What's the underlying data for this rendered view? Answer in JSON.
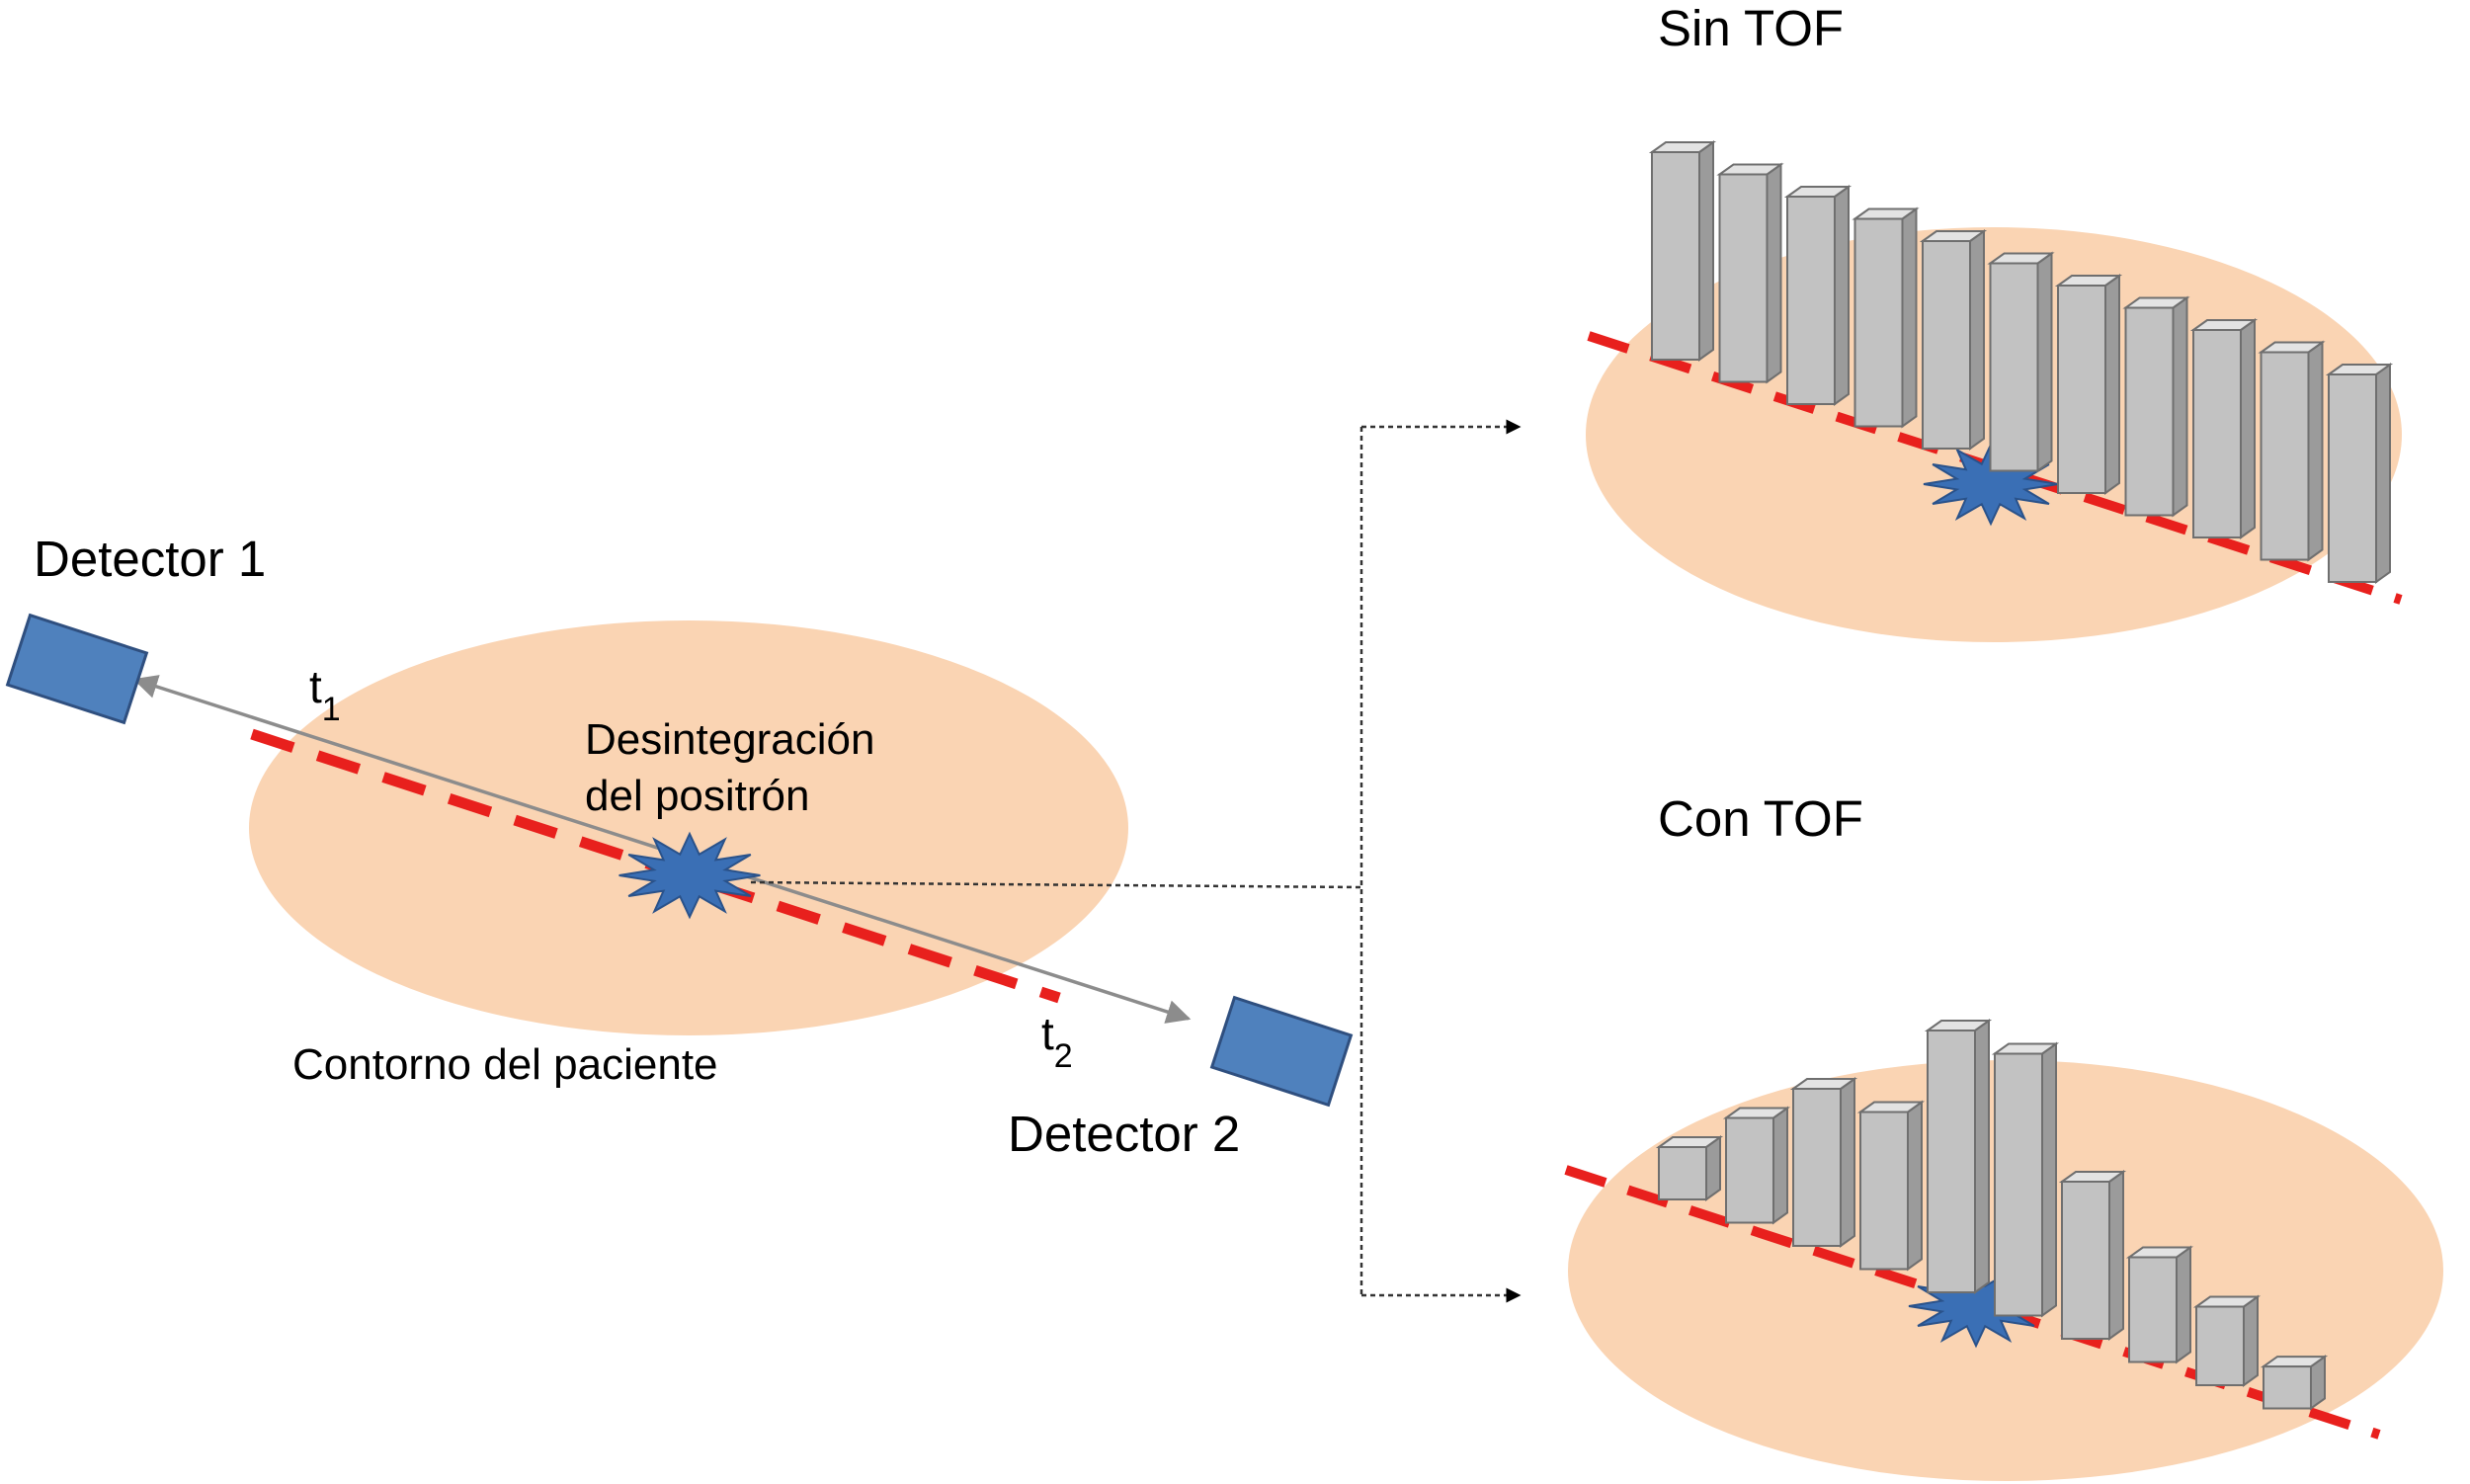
{
  "left_panel": {
    "detector1_label": "Detector 1",
    "detector2_label": "Detector 2",
    "t1": {
      "base": "t",
      "sub": "1"
    },
    "t2": {
      "base": "t",
      "sub": "2"
    },
    "annihilation_label_line1": "Desintegración",
    "annihilation_label_line2": "del positrón",
    "patient_label": "Contorno del paciente"
  },
  "top_panel": {
    "title": "Sin TOF",
    "bar_heights": [
      1,
      1,
      1,
      1,
      1,
      1,
      1,
      1,
      1,
      1,
      1
    ]
  },
  "bottom_panel": {
    "title": "Con TOF",
    "bar_heights": [
      1,
      2,
      3,
      3,
      5,
      5,
      3,
      2,
      1.5,
      0.8
    ]
  },
  "colors": {
    "ellipse": "#fad4b3",
    "detector": "#4f81bd",
    "detector_border": "#2f4f7f",
    "lor_dash": "#e8201d",
    "arrow": "#8c8c8c",
    "starburst": "#3a6fb5",
    "bar_front": "#c2c2c2",
    "bar_top": "#e3e3e3",
    "bar_side": "#9b9b9b",
    "bar_stroke": "#6f6f6f"
  }
}
